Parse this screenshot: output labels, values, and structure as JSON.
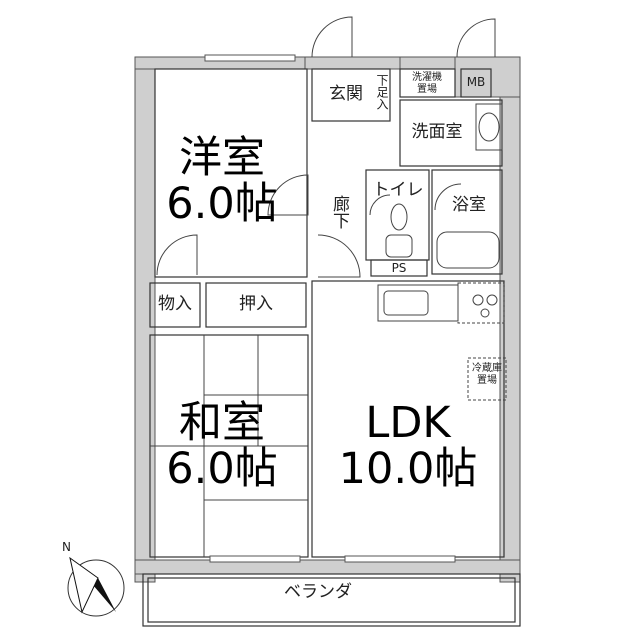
{
  "rooms": {
    "western": {
      "name": "洋室",
      "size": "6.0帖"
    },
    "japanese": {
      "name": "和室",
      "size": "6.0帖"
    },
    "ldk": {
      "name": "LDK",
      "size": "10.0帖"
    }
  },
  "labels": {
    "entrance": "玄関",
    "shoe_storage": "下足入",
    "washer_space": "洗濯機\n置場",
    "meter_box": "MB",
    "washroom": "洗面室",
    "hallway": "廊下",
    "toilet": "トイレ",
    "bathroom": "浴室",
    "pipe_space": "PS",
    "storage": "物入",
    "closet": "押入",
    "fridge_space": "冷蔵庫\n置場",
    "balcony": "ベランダ"
  },
  "compass": {
    "north_label": "N"
  },
  "colors": {
    "wall": "#cfcfcf",
    "line": "#333333"
  }
}
